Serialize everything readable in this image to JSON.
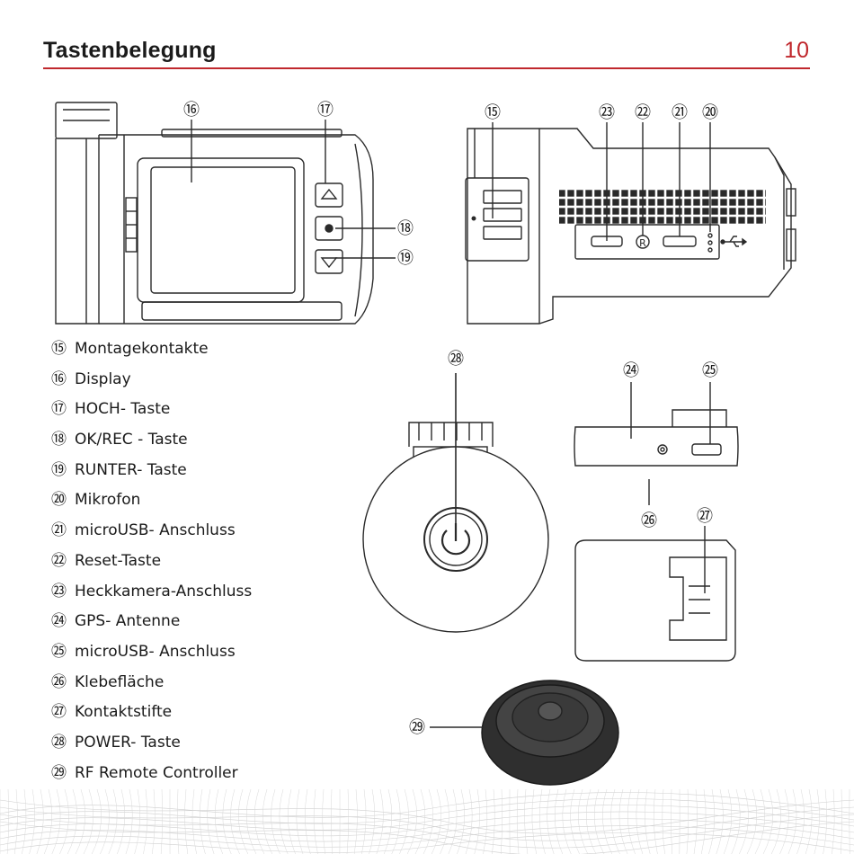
{
  "header": {
    "title": "Tastenbelegung",
    "page_number": "10"
  },
  "callouts": {
    "n15": "⑮",
    "n16": "⑯",
    "n17": "⑰",
    "n18": "⑱",
    "n19": "⑲",
    "n20": "⑳",
    "n21": "㉑",
    "n22": "㉒",
    "n23": "㉓",
    "n24": "㉔",
    "n25": "㉕",
    "n26": "㉖",
    "n27": "㉗",
    "n28": "㉘",
    "n29": "㉙"
  },
  "marks": {
    "reset": "R"
  },
  "legend": [
    {
      "num": "⑮",
      "label": "Montagekontakte"
    },
    {
      "num": "⑯",
      "label": "Display"
    },
    {
      "num": "⑰",
      "label": "HOCH- Taste"
    },
    {
      "num": "⑱",
      "label": "OK/REC - Taste"
    },
    {
      "num": "⑲",
      "label": "RUNTER- Taste"
    },
    {
      "num": "⑳",
      "label": "Mikrofon"
    },
    {
      "num": "㉑",
      "label": "microUSB- Anschluss"
    },
    {
      "num": "㉒",
      "label": "Reset-Taste"
    },
    {
      "num": "㉓",
      "label": "Heckkamera-Anschluss"
    },
    {
      "num": "㉔",
      "label": "GPS- Antenne"
    },
    {
      "num": "㉕",
      "label": "microUSB- Anschluss"
    },
    {
      "num": "㉖",
      "label": "Klebefläche"
    },
    {
      "num": "㉗",
      "label": "Kontaktstifte"
    },
    {
      "num": "㉘",
      "label": "POWER- Taste"
    },
    {
      "num": "㉙",
      "label": "RF Remote Controller"
    }
  ],
  "colors": {
    "accent": "#c0282d",
    "line": "#2a2a2a"
  },
  "icons": [
    "up-triangle-icon",
    "ok-dot-icon",
    "down-triangle-icon",
    "power-icon",
    "usb-icon",
    "reset-icon"
  ]
}
